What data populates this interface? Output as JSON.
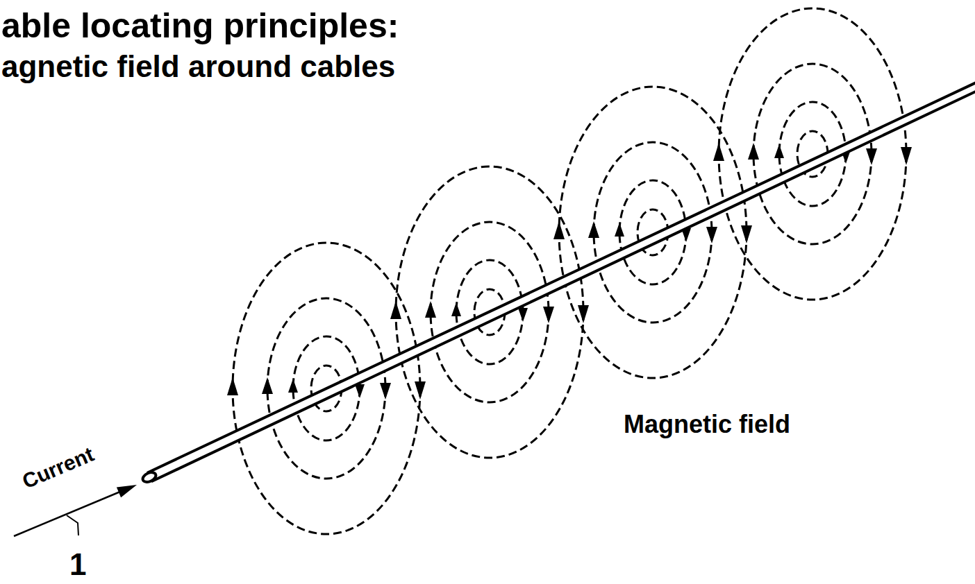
{
  "diagram": {
    "title": "able locating principles:",
    "labels": [
      "agnetic field around cables",
      "Current",
      "1",
      "Magnetic field"
    ]
  }
}
